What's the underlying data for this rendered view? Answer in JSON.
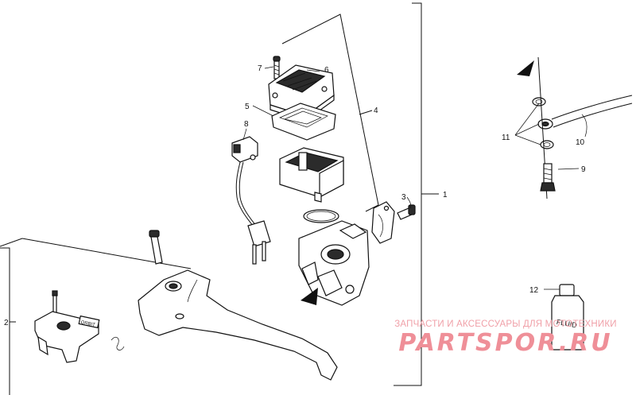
{
  "callouts": {
    "c1": "1",
    "c2": "2",
    "c3": "3",
    "c4": "4",
    "c5": "5",
    "c6": "6",
    "c7": "7",
    "c8": "8",
    "c9": "9",
    "c10": "10",
    "c11": "11",
    "c12": "12"
  },
  "bottle_label": "FLUID",
  "lever_marking": "ORBIT",
  "watermark": {
    "caption": "ЗАПЧАСТИ И АКСЕССУАРЫ ДЛЯ МОТОТЕХНИКИ",
    "logo": "PARTSPOR.RU"
  },
  "colors": {
    "ink": "#111111",
    "watermark": "#ef8f98"
  }
}
